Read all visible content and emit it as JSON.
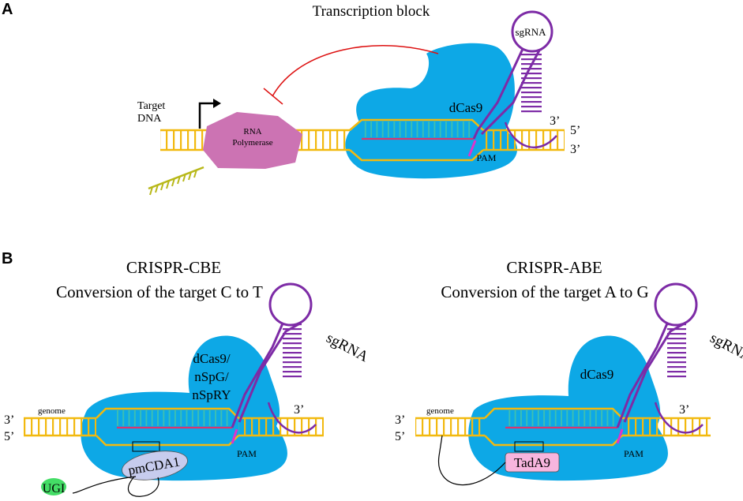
{
  "panel_a": {
    "letter": "A",
    "title": "Transcription block",
    "target_label_line1": "Target",
    "target_label_line2": "DNA",
    "polymerase_line1": "RNA",
    "polymerase_line2": "Polymerase",
    "cas_label": "dCas9",
    "sgrna_label": "sgRNA",
    "pam_label": "PAM",
    "end_3_top": "3’",
    "end_5_right": "5’",
    "end_3_right": "3’"
  },
  "panel_b": {
    "letter": "B",
    "cbe": {
      "title": "CRISPR-CBE",
      "subtitle": "Conversion of the target C to T",
      "cas_line1": "dCas9/",
      "cas_line2": "nSpG/",
      "cas_line3": "nSpRY",
      "sgrna_label": "sgRNA",
      "genome_label": "genome",
      "end_3_left": "3’",
      "end_5_left": "5’",
      "end_3_right": "3’",
      "pam_label": "PAM",
      "deaminase_label": "pmCDA1",
      "ugi_label": "UGI"
    },
    "abe": {
      "title": "CRISPR-ABE",
      "subtitle": "Conversion of the target A to G",
      "cas_label": "dCas9",
      "sgrna_label": "sgRNA",
      "genome_label": "genome",
      "end_3_left": "3’",
      "end_5_left": "5’",
      "end_3_right": "3’",
      "pam_label": "PAM",
      "deaminase_label": "TadA9"
    }
  },
  "colors": {
    "dna": "#F2B90F",
    "cas": "#0DA8E6",
    "sgrna": "#7D2BA6",
    "guide": "#D9366E",
    "polymerase": "#CC73B3",
    "repression": "#DD1111",
    "pam": "#DD33CC",
    "released_rna": "#B8B818",
    "pmcda1": "#C7CCEE",
    "ugi": "#44DD66",
    "tada9": "#F7B5DE"
  }
}
